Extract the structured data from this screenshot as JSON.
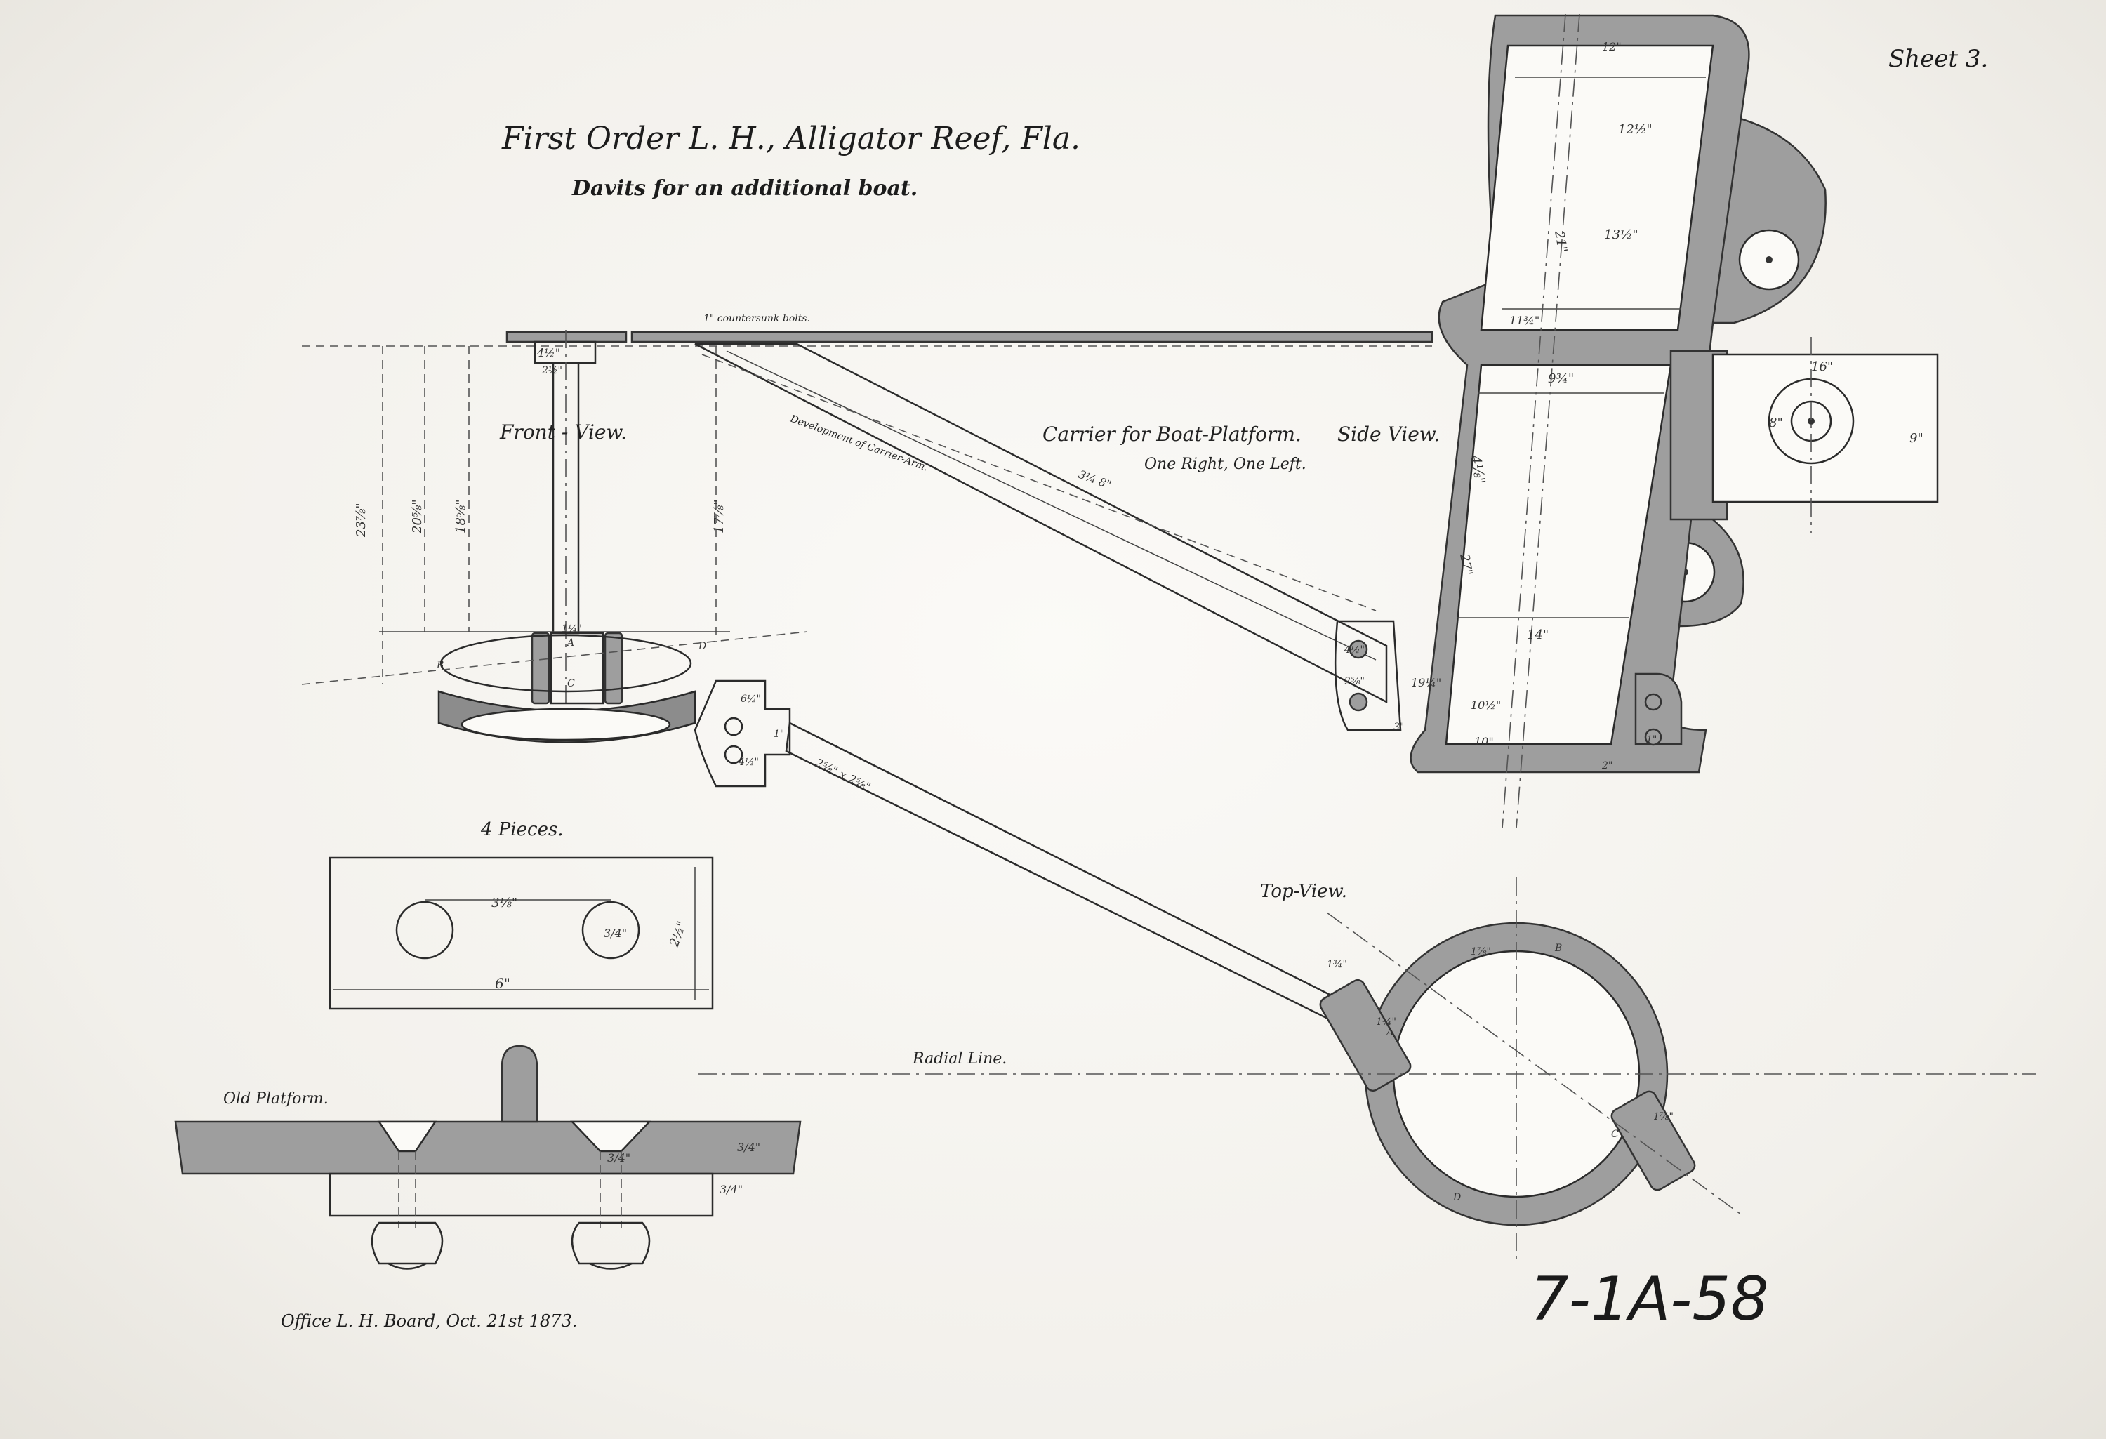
{
  "header": {
    "sheet_label": "Sheet 3.",
    "title": "First Order L. H., Alligator Reef, Fla.",
    "subtitle": "Davits for an additional boat."
  },
  "views": {
    "front_view": "Front - View.",
    "carrier_title": "Carrier for Boat-Platform.",
    "side_view": "Side View.",
    "one_right_left": "One Right, One Left.",
    "top_view": "Top-View.",
    "radial_line": "Radial Line.",
    "four_pieces": "4 Pieces.",
    "old_platform": "Old Platform.",
    "countersunk": "1\" countersunk bolts.",
    "development": "Development of Carrier-Arm."
  },
  "dimensions": {
    "front": [
      "4½\"",
      "2½\"",
      "23⅞\"",
      "20⅝\"",
      "18⅝\"",
      "17⅞\"",
      "1¼\"",
      "B",
      "A",
      "C",
      "D"
    ],
    "arm": [
      "3¼ 8\"",
      "6½\"",
      "1\"",
      "4½\"",
      "2⅝\" x 2⅝\"",
      "4½\"",
      "2⅝\"",
      "1¾\""
    ],
    "side": [
      "12\"",
      "12½\"",
      "21\"",
      "13½\"",
      "11¾\"",
      "9¾\"",
      "4⅛\"",
      "27\"",
      "14\"",
      "19¼\"",
      "10½\"",
      "10\"",
      "3\"",
      "2\"",
      "16\"",
      "8\"",
      "9\"",
      "1\""
    ],
    "plate": [
      "3⅛\"",
      "3/4\"",
      "6\"",
      "2½\"",
      "3/4\"",
      "3/4\"",
      "3/4\""
    ],
    "top": [
      "1⅞\"",
      "B",
      "1¼\"",
      "A",
      "1⅞\"",
      "C",
      "D"
    ]
  },
  "footer": {
    "office_note": "Office L. H. Board, Oct. 21st 1873.",
    "catalog_number": "7-1A-58"
  }
}
